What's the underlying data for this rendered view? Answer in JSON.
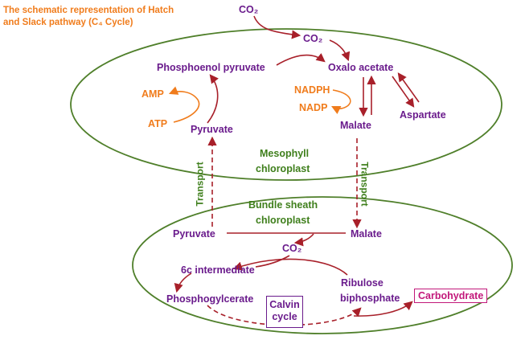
{
  "title_line1": "The schematic representation of Hatch",
  "title_line2": "and Slack pathway (C₄ Cycle)",
  "co2_top": "CO₂",
  "co2_mid": "CO₂",
  "co2_bundle": "CO₂",
  "pep": "Phosphoenol pyruvate",
  "oaa": "Oxalo acetate",
  "amp": "AMP",
  "atp": "ATP",
  "pyruvate_m": "Pyruvate",
  "nadph": "NADPH",
  "nadp": "NADP",
  "malate_m": "Malate",
  "aspartate": "Aspartate",
  "meso_1": "Mesophyll",
  "meso_2": "chloroplast",
  "transport_left": "Transport",
  "transport_right": "Transport",
  "bundle_1": "Bundle sheath",
  "bundle_2": "chloroplast",
  "pyruvate_b": "Pyruvate",
  "malate_b": "Malate",
  "six_c": "6c intermediate",
  "ribulose_1": "Ribulose",
  "ribulose_2": "biphosphate",
  "pga": "Phosphogylcerate",
  "calvin_1": "Calvin",
  "calvin_2": "cycle",
  "carbohydrate": "Carbohydrate",
  "colors": {
    "outline": "#4f7f2a",
    "arrow": "#a8202a",
    "purple": "#6a1b8c",
    "orange": "#f07c1c",
    "green": "#3f7f1c",
    "magenta": "#c2187a"
  }
}
